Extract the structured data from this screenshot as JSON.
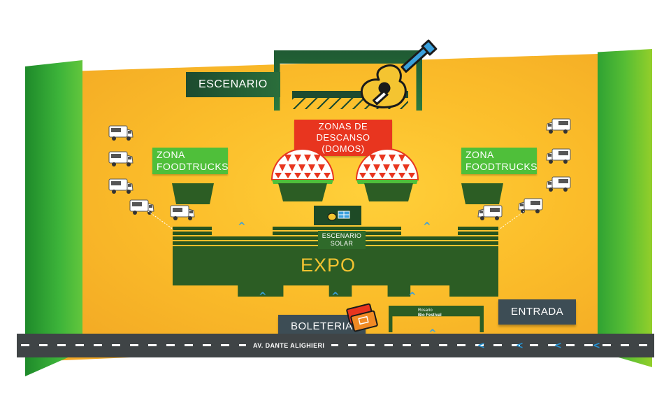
{
  "map": {
    "labels": {
      "escenario": "ESCENARIO",
      "zonas_descanso": "ZONAS DE DESCANSO (DOMOS)",
      "zona_foodtrucks_left": "ZONA FOODTRUCKS",
      "zona_foodtrucks_right": "ZONA FOODTRUCKS",
      "escenario_solar": "ESCENARIO SOLAR",
      "expo": "EXPO",
      "boleteria": "BOLETERIA",
      "entrada": "ENTRADA",
      "street": "AV. DANTE ALIGHIERI",
      "brand_line1": "Rosario",
      "brand_line2": "Bio Festival"
    },
    "colors": {
      "ground": "#fbbd2a",
      "dark_green": "#2c5d24",
      "light_green": "#4fbf3a",
      "red": "#e8351f",
      "slate": "#3d4d55",
      "road": "#3f4446",
      "arrow_blue": "#2596d8",
      "expo_text": "#f4c431"
    },
    "icons": {
      "guitar": "guitar-icon",
      "tickets": "ticket-icon",
      "foodtruck": "foodtruck-icon",
      "dome": "dome-icon",
      "solar_panel": "solar-panel-icon",
      "direction_arrow": "chevron-left-icon",
      "entrance_arrow": "chevron-up-icon"
    }
  }
}
